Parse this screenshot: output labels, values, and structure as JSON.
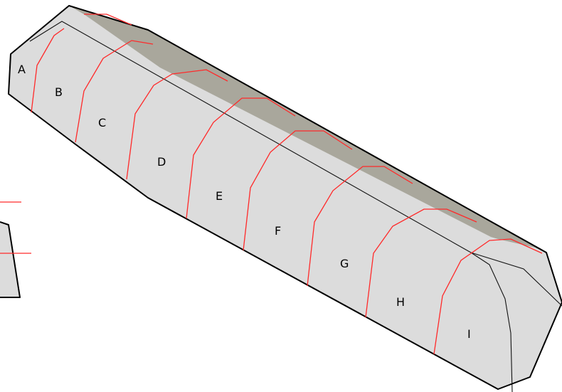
{
  "segments": [
    {
      "label": "A"
    },
    {
      "label": "B"
    },
    {
      "label": "C"
    },
    {
      "label": "D"
    },
    {
      "label": "E"
    },
    {
      "label": "F"
    },
    {
      "label": "G"
    },
    {
      "label": "H"
    },
    {
      "label": "I"
    }
  ],
  "colors": {
    "body": "#dcdcdc",
    "top_shade": "#a9a79c",
    "outline": "#000000",
    "segment_lines": "#ff2a2a"
  }
}
